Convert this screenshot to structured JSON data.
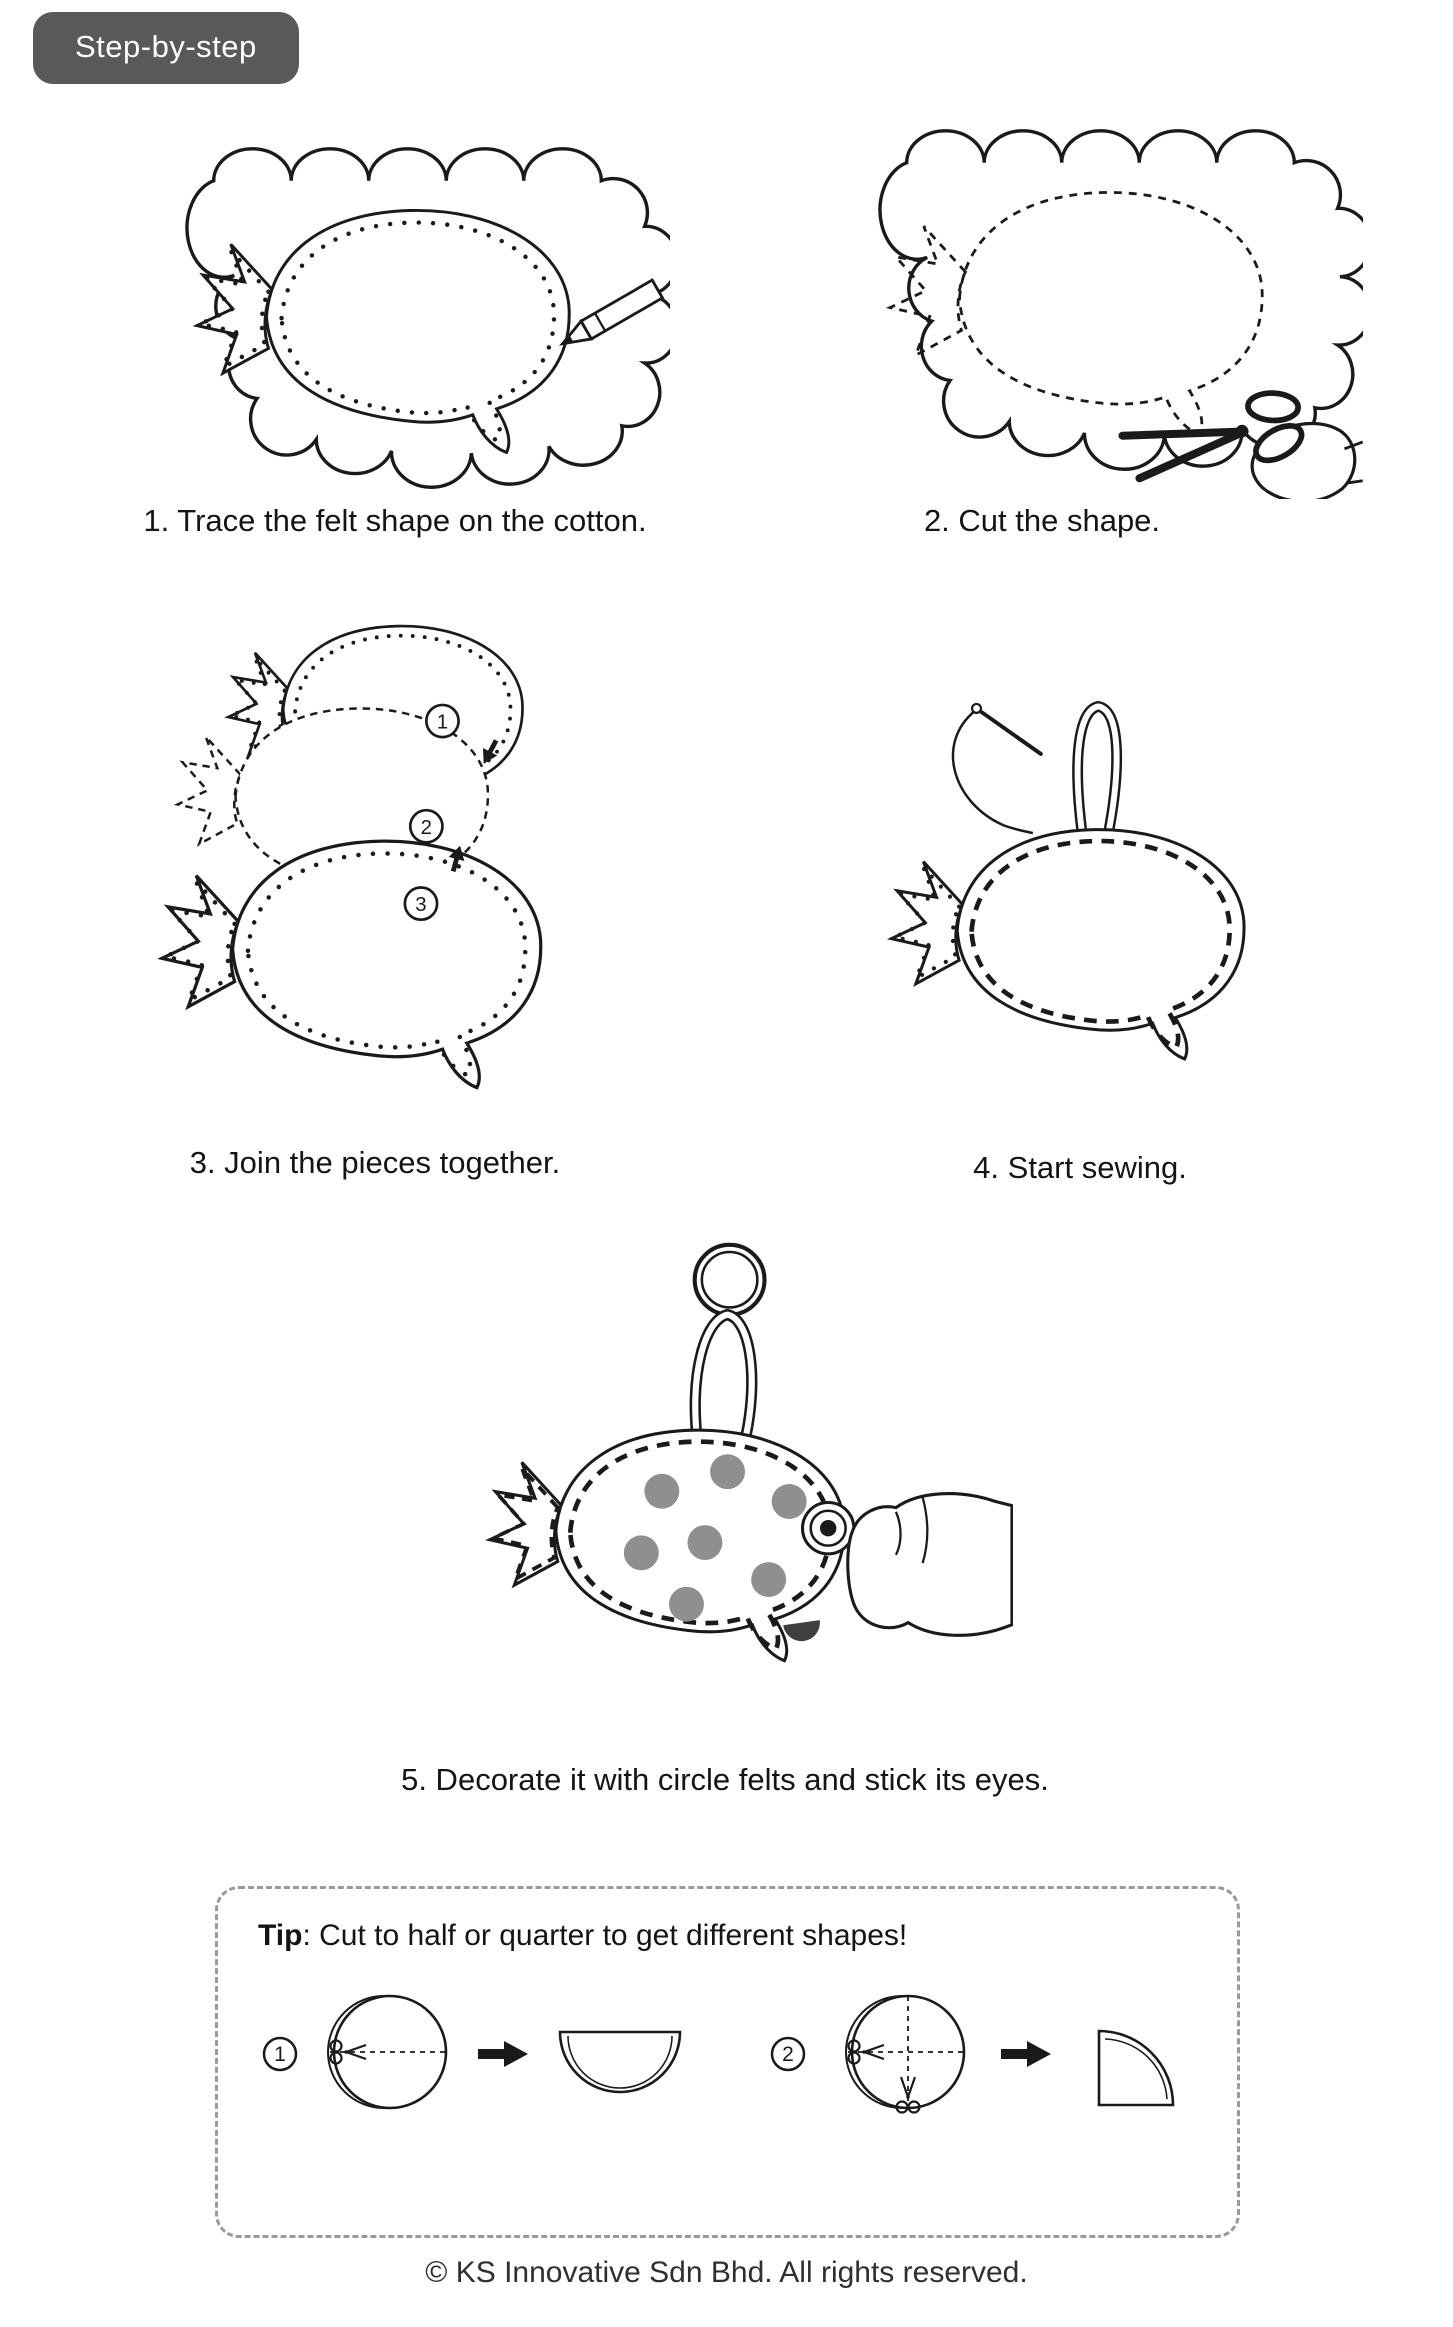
{
  "tab": {
    "label": "Step-by-step"
  },
  "steps": {
    "step1": {
      "caption": "1. Trace the felt shape on the cotton."
    },
    "step2": {
      "caption": "2. Cut the shape."
    },
    "step3": {
      "caption": "3. Join the pieces together.",
      "layer_labels": [
        "1",
        "2",
        "3"
      ]
    },
    "step4": {
      "caption": "4. Start sewing."
    },
    "step5": {
      "caption": "5. Decorate it with circle felts and stick its eyes."
    }
  },
  "tip": {
    "label": "Tip",
    "text": ": Cut to half or quarter to get different shapes!",
    "variant1": "1",
    "variant2": "2"
  },
  "footer": {
    "copyright": "© KS Innovative Sdn Bhd.  All rights reserved."
  },
  "colors": {
    "tab_bg": "#58595b",
    "tab_text": "#ffffff",
    "ink": "#1a1a1a",
    "felt_dot_gray": "#8f8f8f",
    "mouth": "#3f3f3f",
    "tip_border": "#9a9a9a"
  },
  "icons": [
    "pencil-icon",
    "scissors-icon",
    "hand-icon",
    "needle-icon",
    "thread-line",
    "hanging-loop",
    "ring-icon",
    "arrow-icon",
    "cut-line"
  ]
}
